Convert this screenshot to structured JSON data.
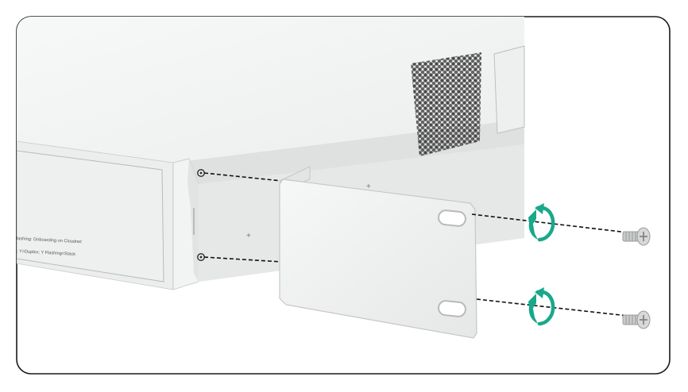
{
  "figure": {
    "kind": "rack-ear installation illustration",
    "panel_label_line1": "lashing: Onboarding on Cloudnet",
    "panel_label_line2": "; Y=Duplex; Y Flashing=Stack"
  },
  "colors": {
    "frame_border": "#1a1a1a",
    "chassis_top": "#f3f4f4",
    "chassis_front": "#e9eaea",
    "chassis_side": "#dcdddd",
    "bracket": "#f1f2f2",
    "bracket_edge": "#c8c9c9",
    "vent": "#505050",
    "screw": "#c4c4c4",
    "rotate_arrow": "#18a88a",
    "dashed_line": "#111111"
  },
  "icons": {
    "rotate_arrow": "clockwise-rotate-icon",
    "screw": "screw-icon",
    "hole": "screw-hole-icon"
  }
}
